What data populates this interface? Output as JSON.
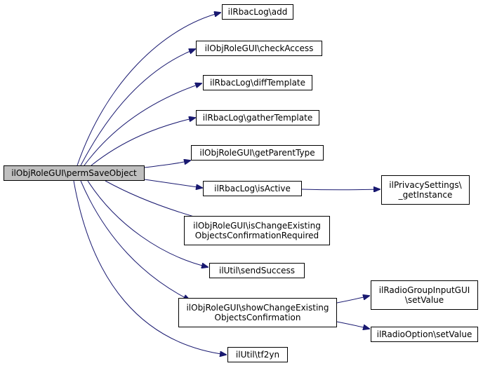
{
  "colors": {
    "edge": "#191970",
    "root_fill": "#bfbfbf",
    "node_fill": "#ffffff",
    "border": "#000000"
  },
  "nodes": {
    "root": [
      "ilObjRoleGUI\\permSaveObject"
    ],
    "add": [
      "ilRbacLog\\add"
    ],
    "checkAccess": [
      "ilObjRoleGUI\\checkAccess"
    ],
    "diffTemplate": [
      "ilRbacLog\\diffTemplate"
    ],
    "gatherTemplate": [
      "ilRbacLog\\gatherTemplate"
    ],
    "getParentType": [
      "ilObjRoleGUI\\getParentType"
    ],
    "isActive": [
      "ilRbacLog\\isActive"
    ],
    "getInstance": [
      "ilPrivacySettings\\",
      "_getInstance"
    ],
    "isChange": [
      "ilObjRoleGUI\\isChangeExisting",
      "ObjectsConfirmationRequired"
    ],
    "sendSuccess": [
      "ilUtil\\sendSuccess"
    ],
    "showChange": [
      "ilObjRoleGUI\\showChangeExisting",
      "ObjectsConfirmation"
    ],
    "radioGroup": [
      "ilRadioGroupInputGUI",
      "\\setValue"
    ],
    "radioOption": [
      "ilRadioOption\\setValue"
    ],
    "tf2yn": [
      "ilUtil\\tf2yn"
    ]
  }
}
